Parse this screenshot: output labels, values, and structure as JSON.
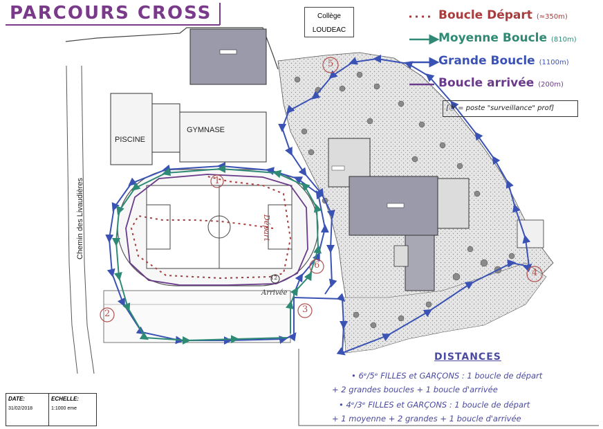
{
  "title": "PARCOURS CROSS",
  "college": {
    "line1": "Collège",
    "line2": "LOUDEAC"
  },
  "legend": [
    {
      "label": "Boucle Départ",
      "note": "(≈350m)",
      "color": "#a83c3c",
      "style": "dotted"
    },
    {
      "label": "Moyenne Boucle",
      "note": "(810m)",
      "color": "#2e8a74",
      "style": "arrow"
    },
    {
      "label": "Grande Boucle",
      "note": "(1100m)",
      "color": "#3a52b4",
      "style": "arrow"
    },
    {
      "label": "Boucle arrivée",
      "note": "(200m)",
      "color": "#6a3a8a",
      "style": "line"
    }
  ],
  "surveillance_note": "[Ⓝ = poste \"surveillance\" prof]",
  "buildings": {
    "piscine": "PISCINE",
    "gymnase": "GYMNASE"
  },
  "road_label": "Chemin des Livaudières",
  "field_labels": {
    "depart": "Départ",
    "arrivee": "Arrivée"
  },
  "checkpoints": [
    "1",
    "2",
    "3",
    "4",
    "5",
    "6",
    "12"
  ],
  "distances": {
    "title": "DISTANCES",
    "lines": [
      "• 6ᵉ/5ᵉ FILLES et GARÇONS : 1 boucle de départ",
      "+ 2 grandes boucles + 1 boucle d'arrivée",
      "• 4ᵉ/3ᵉ FILLES et GARÇONS : 1 boucle de départ",
      "+ 1 moyenne + 2 grandes + 1 boucle d'arrivée"
    ]
  },
  "stamp": {
    "date_label": "DATE:",
    "date_value": "31/02/2018",
    "scale_label": "ECHELLE:",
    "scale_value": "1:1000 eme"
  }
}
